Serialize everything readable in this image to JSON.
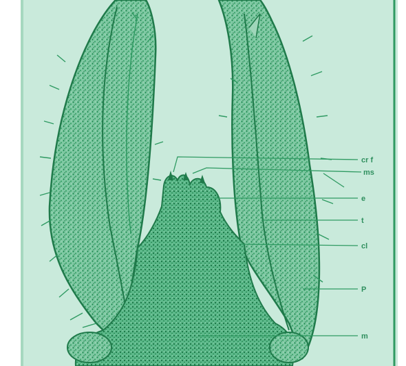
{
  "colors": {
    "page": "#ffffff",
    "plate": "#c9eadb",
    "ink": "#2f9a62",
    "ink_dark": "#1f7a4a",
    "stipple": "#3aa871"
  },
  "labels": {
    "l1": "cr f",
    "l2": "ms",
    "l3": "e",
    "l4": "t",
    "l5": "cl",
    "l6": "P",
    "l7": "m"
  }
}
